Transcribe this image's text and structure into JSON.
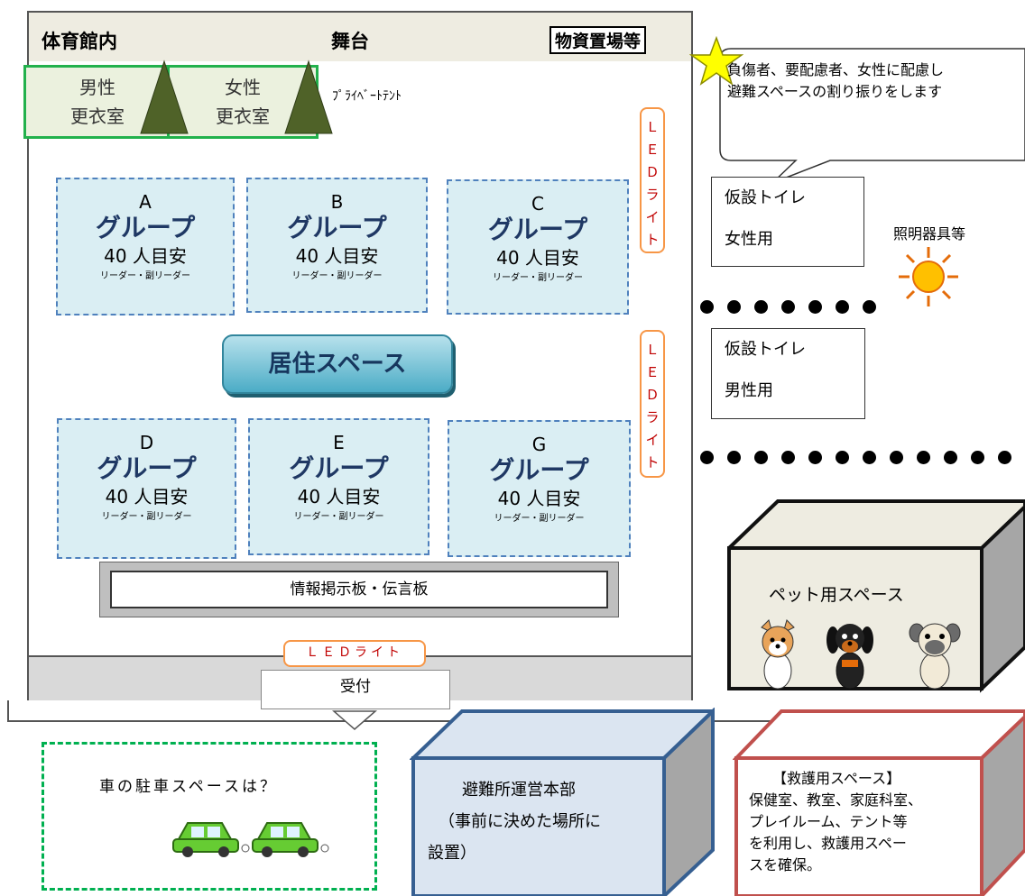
{
  "header": {
    "gym_label": "体育館内",
    "stage_label": "舞台",
    "supplies_label": "物資置場等"
  },
  "changing_rooms": [
    {
      "line1": "男性",
      "line2": "更衣室"
    },
    {
      "line1": "女性",
      "line2": "更衣室"
    }
  ],
  "private_tent_label": "ﾌﾟﾗｲﾍﾞｰﾄﾃﾝﾄ",
  "callout": {
    "line1": "負傷者、要配慮者、女性に配慮し",
    "line2": "避難スペースの割り振りをします"
  },
  "groups_top": [
    {
      "letter": "A",
      "name": "グループ",
      "capacity": "40 人目安",
      "leader": "リーダー・副リーダー"
    },
    {
      "letter": "B",
      "name": "グループ",
      "capacity": "40 人目安",
      "leader": "リーダー・副リーダー"
    },
    {
      "letter": "C",
      "name": "グループ",
      "capacity": "40 人目安",
      "leader": "リーダー・副リーダー"
    }
  ],
  "groups_bottom": [
    {
      "letter": "D",
      "name": "グループ",
      "capacity": "40 人目安",
      "leader": "リーダー・副リーダー"
    },
    {
      "letter": "E",
      "name": "グループ",
      "capacity": "40 人目安",
      "leader": "リーダー・副リーダー"
    },
    {
      "letter": "G",
      "name": "グループ",
      "capacity": "40 人目安",
      "leader": "リーダー・副リーダー"
    }
  ],
  "residence_label": "居住スペース",
  "led_vertical": [
    "Ｌ",
    "Ｅ",
    "Ｄ",
    "ラ",
    "イ",
    "ト"
  ],
  "led_horizontal": "ＬＥＤライト",
  "board_label": "情報掲示板・伝言板",
  "reception_label": "受付",
  "toilets": [
    {
      "line1": "仮設トイレ",
      "line2": "女性用"
    },
    {
      "line1": "仮設トイレ",
      "line2": "男性用"
    }
  ],
  "lighting_label": "照明器具等",
  "pet_space_label": "ペット用スペース",
  "parking_label": "車の駐車スペースは？",
  "hq": {
    "line1": "避難所運営本部",
    "line2": "（事前に決めた場所に",
    "line3": "設置）"
  },
  "rescue": {
    "line1": "【救護用スペース】",
    "line2": "保健室、教室、家庭科室、",
    "line3": "プレイルーム、テント等",
    "line4": "を利用し、救護用スペー",
    "line5": "スを確保。"
  },
  "colors": {
    "room_fill": "#ebf1de",
    "room_border": "#22b14c",
    "tree": "#4f6228",
    "group_fill": "#daeef3",
    "group_border": "#4f81bd",
    "led_border": "#f79646",
    "led_text": "#c00000",
    "hq_fill": "#dbe5f1",
    "hq_border": "#365f91",
    "rescue_border": "#c0504d",
    "parking_border": "#00b050"
  }
}
